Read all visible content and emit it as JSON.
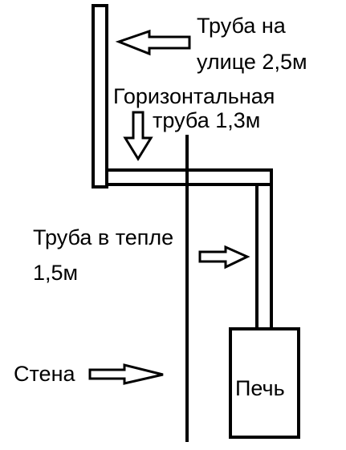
{
  "labels": {
    "outside_pipe_line1": "Труба на",
    "outside_pipe_line2": "улице 2,5м",
    "horizontal_pipe_line1": "Горизонтальная",
    "horizontal_pipe_line2": "труба 1,3м",
    "inside_pipe_line1": "Труба в тепле",
    "inside_pipe_line2": "1,5м",
    "wall": "Стена",
    "stove": "Печь"
  },
  "colors": {
    "stroke": "#000000",
    "background": "#ffffff"
  }
}
